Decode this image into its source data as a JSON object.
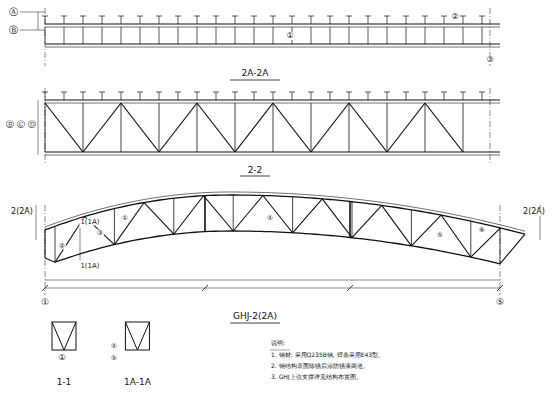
{
  "diagram": {
    "nodes": [
      {
        "text": [
          "1-1"
        ]
      },
      {
        "text": [
          "1A-1A"
        ]
      }
    ],
    "labels": [
      "Ⓐ",
      "Ⓑ",
      "①",
      "②",
      "③",
      "2A-2A",
      "Ⓑ",
      "Ⓒ",
      "Ⓓ",
      "2-2",
      "2(2A)",
      "2(2A)",
      "1(1A)",
      "1(1A)",
      "①",
      "②",
      "③",
      "④",
      "⑤",
      "⑥",
      "GHJ-2(2A)",
      "①",
      "⑤",
      "①",
      "④",
      "⑤",
      "说明:",
      "1. 钢材: 采用Q235B钢, 焊条采用E43型。",
      "2. 钢结构表面除锈后涂防锈漆两道。",
      "3. GHJ上弦支撑详见结构布置图。"
    ]
  }
}
